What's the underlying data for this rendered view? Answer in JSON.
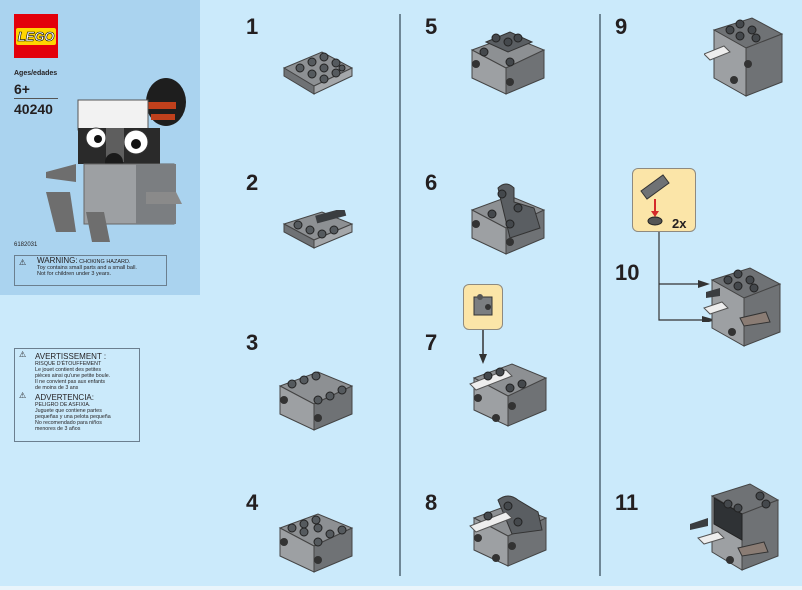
{
  "cover": {
    "brand": "LEGO",
    "ages_label": "Ages/edades",
    "age": "6+",
    "set_number": "40240",
    "product_code": "6182031",
    "warning": {
      "icon": "warning-triangle-icon",
      "title": "WARNING:",
      "subtitle": "CHOKING HAZARD.",
      "line1": "Toy contains small parts and a small ball.",
      "line2": "Not for children under 3 years."
    }
  },
  "warnings_multilang": [
    {
      "icon": "warning-triangle-icon",
      "title": "AVERTISSEMENT :",
      "subtitle": "RISQUE D'ÉTOUFFEMENT",
      "lines": [
        "Le jouet contient des petites",
        "pièces ainsi qu'une petite boule.",
        "Il ne convient pas aux enfants",
        "de moins de 3 ans"
      ]
    },
    {
      "icon": "warning-triangle-icon",
      "title": "ADVERTENCIA:",
      "subtitle": "PELIGRO DE ASFIXIA.",
      "lines": [
        "Juguete que contiene partes",
        "pequeñas y una pelota pequeña",
        "No recomendado para niños",
        "menores de 3 años"
      ]
    }
  ],
  "steps": [
    {
      "number": "1"
    },
    {
      "number": "2"
    },
    {
      "number": "3"
    },
    {
      "number": "4"
    },
    {
      "number": "5"
    },
    {
      "number": "6"
    },
    {
      "number": "7"
    },
    {
      "number": "8"
    },
    {
      "number": "9"
    },
    {
      "number": "10",
      "multiplier": "2x"
    },
    {
      "number": "11"
    }
  ],
  "colors": {
    "background": "#cbeafb",
    "cover_panel": "#aad3ef",
    "callout": "#fbe5a8",
    "brick_gray": "#8a8d90",
    "brick_dark": "#555a5e",
    "lego_red": "#e3000b"
  }
}
